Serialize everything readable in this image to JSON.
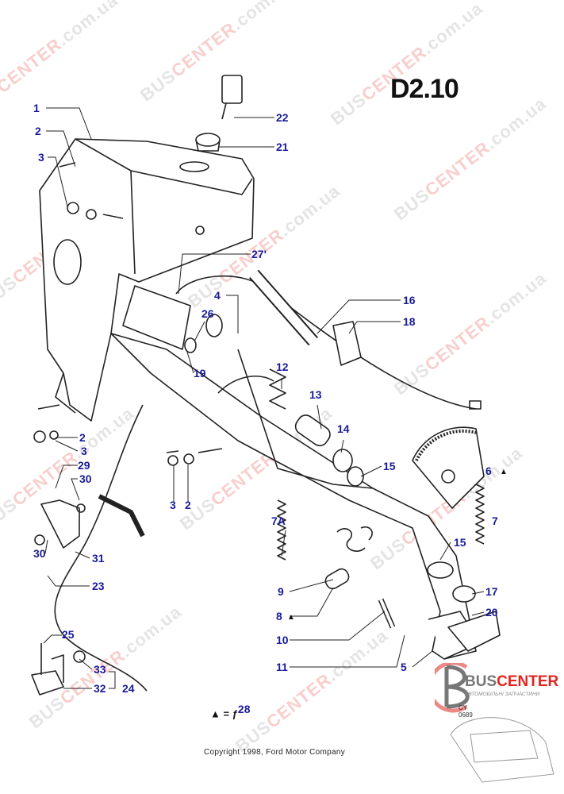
{
  "title": "D2.10",
  "watermark": {
    "part1": "BUS",
    "part2": "CENTER",
    ".com": ".com.ua"
  },
  "labels": {
    "l1": "1",
    "l2a": "2",
    "l3a": "3",
    "l22": "22",
    "l21": "21",
    "l27": "27'",
    "l4": "4",
    "l26": "26",
    "l19": "19",
    "l16": "16",
    "l18": "18",
    "l12": "12",
    "l13": "13",
    "l14": "14",
    "l15a": "15",
    "l6": "6",
    "l7": "7",
    "l7a": "7A",
    "l15b": "15",
    "l9": "9",
    "l8": "8",
    "l10": "10",
    "l11": "11",
    "l5": "5",
    "l17": "17",
    "l20": "20",
    "l2b": "2",
    "l3b": "3",
    "l29": "29",
    "l30a": "30",
    "l3c": "3",
    "l2c": "2",
    "l30b": "30",
    "l31": "31",
    "l23": "23",
    "l25": "25",
    "l33": "33",
    "l32": "32",
    "l24": "24"
  },
  "legend": {
    "symbol": "▲ = ƒ",
    "ref": "28"
  },
  "copyright": "Copyright 1998, Ford Motor Company",
  "logo": {
    "brand1": "BUS",
    "brand2": "CENTER",
    "subtitle": "АВТОМОБІЛЬНІ ЗАПЧАСТИНИ",
    "code1": "CY",
    "code2": "0689"
  }
}
